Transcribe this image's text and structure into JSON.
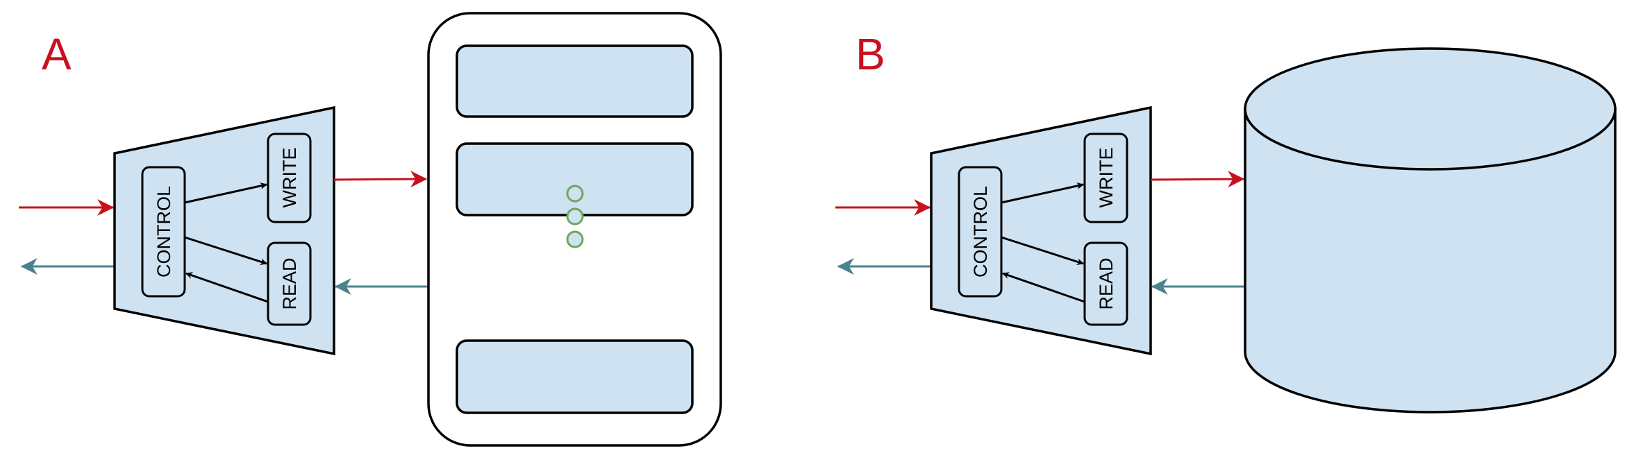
{
  "colors": {
    "fill": "#cfe2f1",
    "stroke": "#000000",
    "write_arrow": "#c8101e",
    "read_arrow": "#4a8291",
    "dots": "#6aaa55",
    "label": "#c8101e"
  },
  "panels": [
    {
      "id": "A",
      "label": "A",
      "controller": {
        "control_label": "CONTROL",
        "write_label": "WRITE",
        "read_label": "READ"
      },
      "memory": {
        "type": "slotted-memory",
        "slots_visible": 3,
        "ellipsis_dots": 3
      }
    },
    {
      "id": "B",
      "label": "B",
      "controller": {
        "control_label": "CONTROL",
        "write_label": "WRITE",
        "read_label": "READ"
      },
      "memory": {
        "type": "database-cylinder"
      }
    }
  ]
}
